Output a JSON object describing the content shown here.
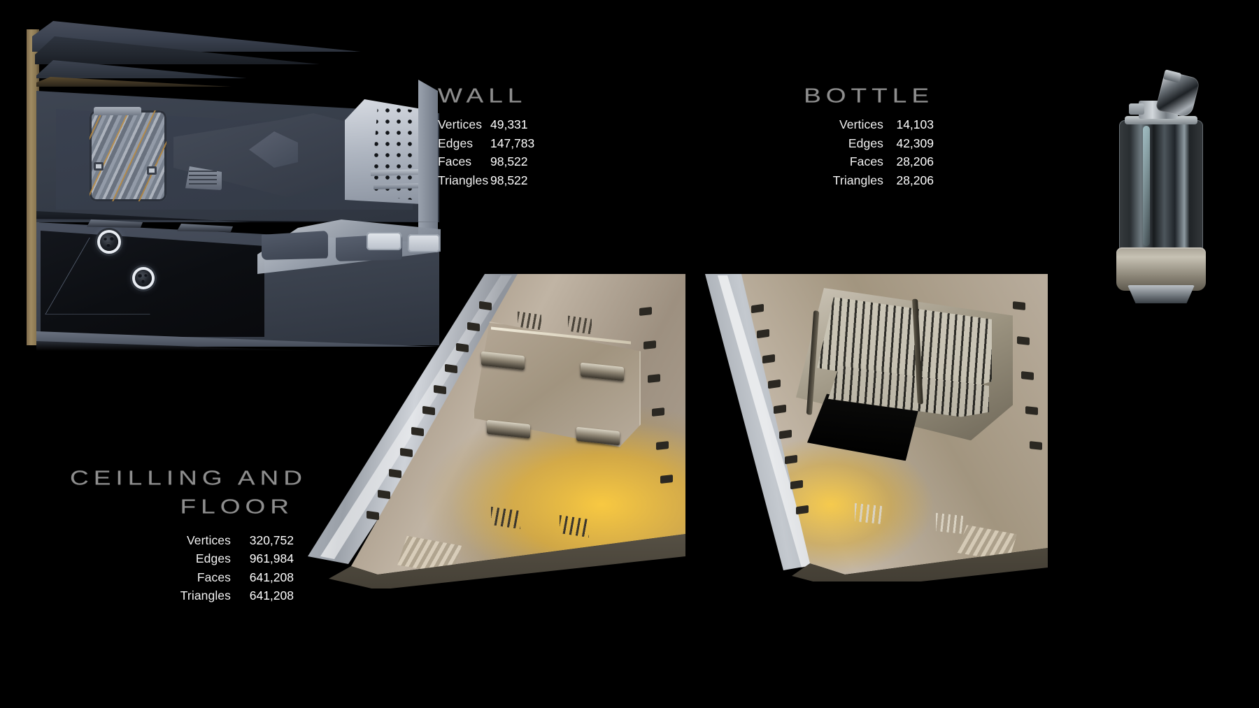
{
  "page": {
    "background_color": "#000000",
    "kind": "3d-asset-showcase-sheet"
  },
  "assets": [
    {
      "id": "wall",
      "title": "WALL",
      "stat_labels": [
        "Vertices",
        "Edges",
        "Faces",
        "Triangles"
      ],
      "stat_values": [
        "49,331",
        "147,783",
        "98,522",
        "98,522"
      ],
      "render_name": "sci-fi-wall-panel-render"
    },
    {
      "id": "bottle",
      "title": "BOTTLE",
      "stat_labels": [
        "Vertices",
        "Edges",
        "Faces",
        "Triangles"
      ],
      "stat_values": [
        "14,103",
        "42,309",
        "28,206",
        "28,206"
      ],
      "render_name": "sci-fi-bottle-render"
    },
    {
      "id": "ceiling_and_floor",
      "title_line1": "CEILLING AND",
      "title_line2": "FLOOR",
      "stat_labels": [
        "Vertices",
        "Edges",
        "Faces",
        "Triangles"
      ],
      "stat_values": [
        "320,752",
        "961,984",
        "641,208",
        "641,208"
      ],
      "render_name": "sci-fi-floor-panels-render"
    }
  ],
  "colors": {
    "background": "#000000",
    "title_text": "#8e8e8e",
    "stat_label": "#f2f2f2",
    "stat_value": "#ffffff",
    "wall_body": "#3b4250",
    "wall_gold_edge": "#a08b62",
    "floor_deck": "#b5a897",
    "floor_gold_accent": "#ffcd3c",
    "metal_rail": "#c4c9cf",
    "bottle_metal": "#c9cfd2"
  }
}
